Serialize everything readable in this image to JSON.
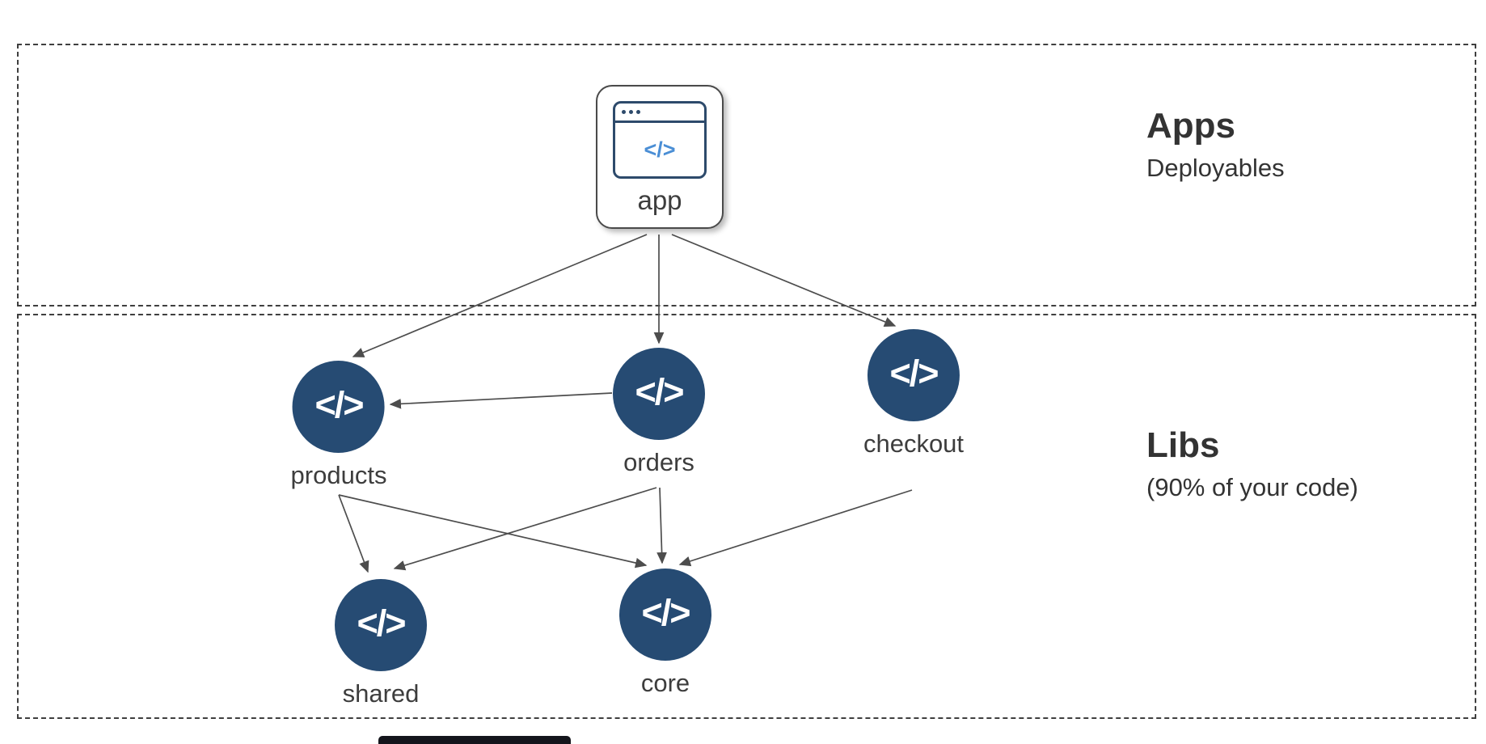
{
  "diagram": {
    "regions": {
      "apps": {
        "title": "Apps",
        "subtitle": "Deployables"
      },
      "libs": {
        "title": "Libs",
        "subtitle": "(90% of your code)"
      }
    },
    "app_node": {
      "label": "app",
      "icon": "browser-code-icon",
      "code_glyph": "</>"
    },
    "code_glyph": "</>",
    "lib_nodes": {
      "products": {
        "label": "products"
      },
      "orders": {
        "label": "orders"
      },
      "checkout": {
        "label": "checkout"
      },
      "shared": {
        "label": "shared"
      },
      "core": {
        "label": "core"
      }
    },
    "edges": [
      {
        "from": "app",
        "to": "products"
      },
      {
        "from": "app",
        "to": "orders"
      },
      {
        "from": "app",
        "to": "checkout"
      },
      {
        "from": "orders",
        "to": "products"
      },
      {
        "from": "products",
        "to": "shared"
      },
      {
        "from": "products",
        "to": "core"
      },
      {
        "from": "orders",
        "to": "shared"
      },
      {
        "from": "orders",
        "to": "core"
      },
      {
        "from": "checkout",
        "to": "core"
      }
    ],
    "colors": {
      "node_fill": "#264b73",
      "node_glyph": "#ffffff",
      "arrow": "#4d4d4d",
      "dashed_border": "#3f3f3f",
      "heading_text": "#333333",
      "label_text": "#3d3d3d",
      "app_icon_stroke": "#2d4a6b",
      "app_icon_code": "#4a8ed5"
    }
  }
}
